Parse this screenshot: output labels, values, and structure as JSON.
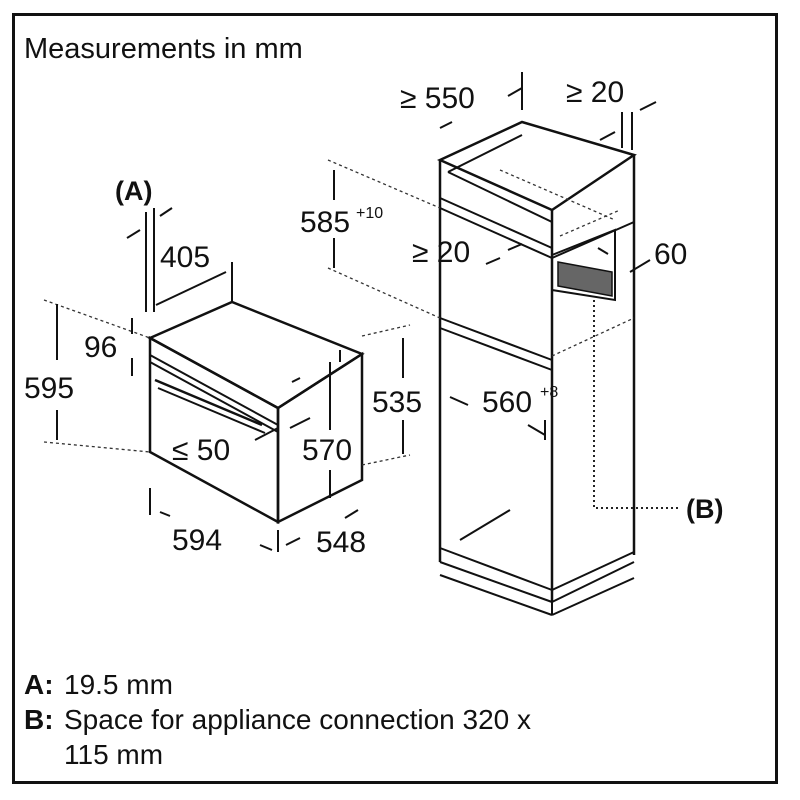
{
  "title": "Measurements in mm",
  "labels": {
    "a_marker": "(A)",
    "b_marker": "(B)",
    "oven_depth_top": "405",
    "oven_panel": "96",
    "oven_height": "595",
    "oven_inner_height": "535",
    "oven_clearance": "≤ 50",
    "oven_body_height": "570",
    "oven_width": "594",
    "oven_depth": "548",
    "niche_depth": "≥ 550",
    "top_gap": "≥ 20",
    "niche_height_main": "585",
    "niche_height_sup": "+10",
    "vent_gap": "≥ 20",
    "vent_depth": "60",
    "niche_width_main": "560",
    "niche_width_sup": "+8"
  },
  "legend": [
    {
      "key": "A:",
      "text": "19.5 mm"
    },
    {
      "key": "B:",
      "text": "Space for appliance connection 320 x",
      "text2": "115 mm"
    }
  ]
}
